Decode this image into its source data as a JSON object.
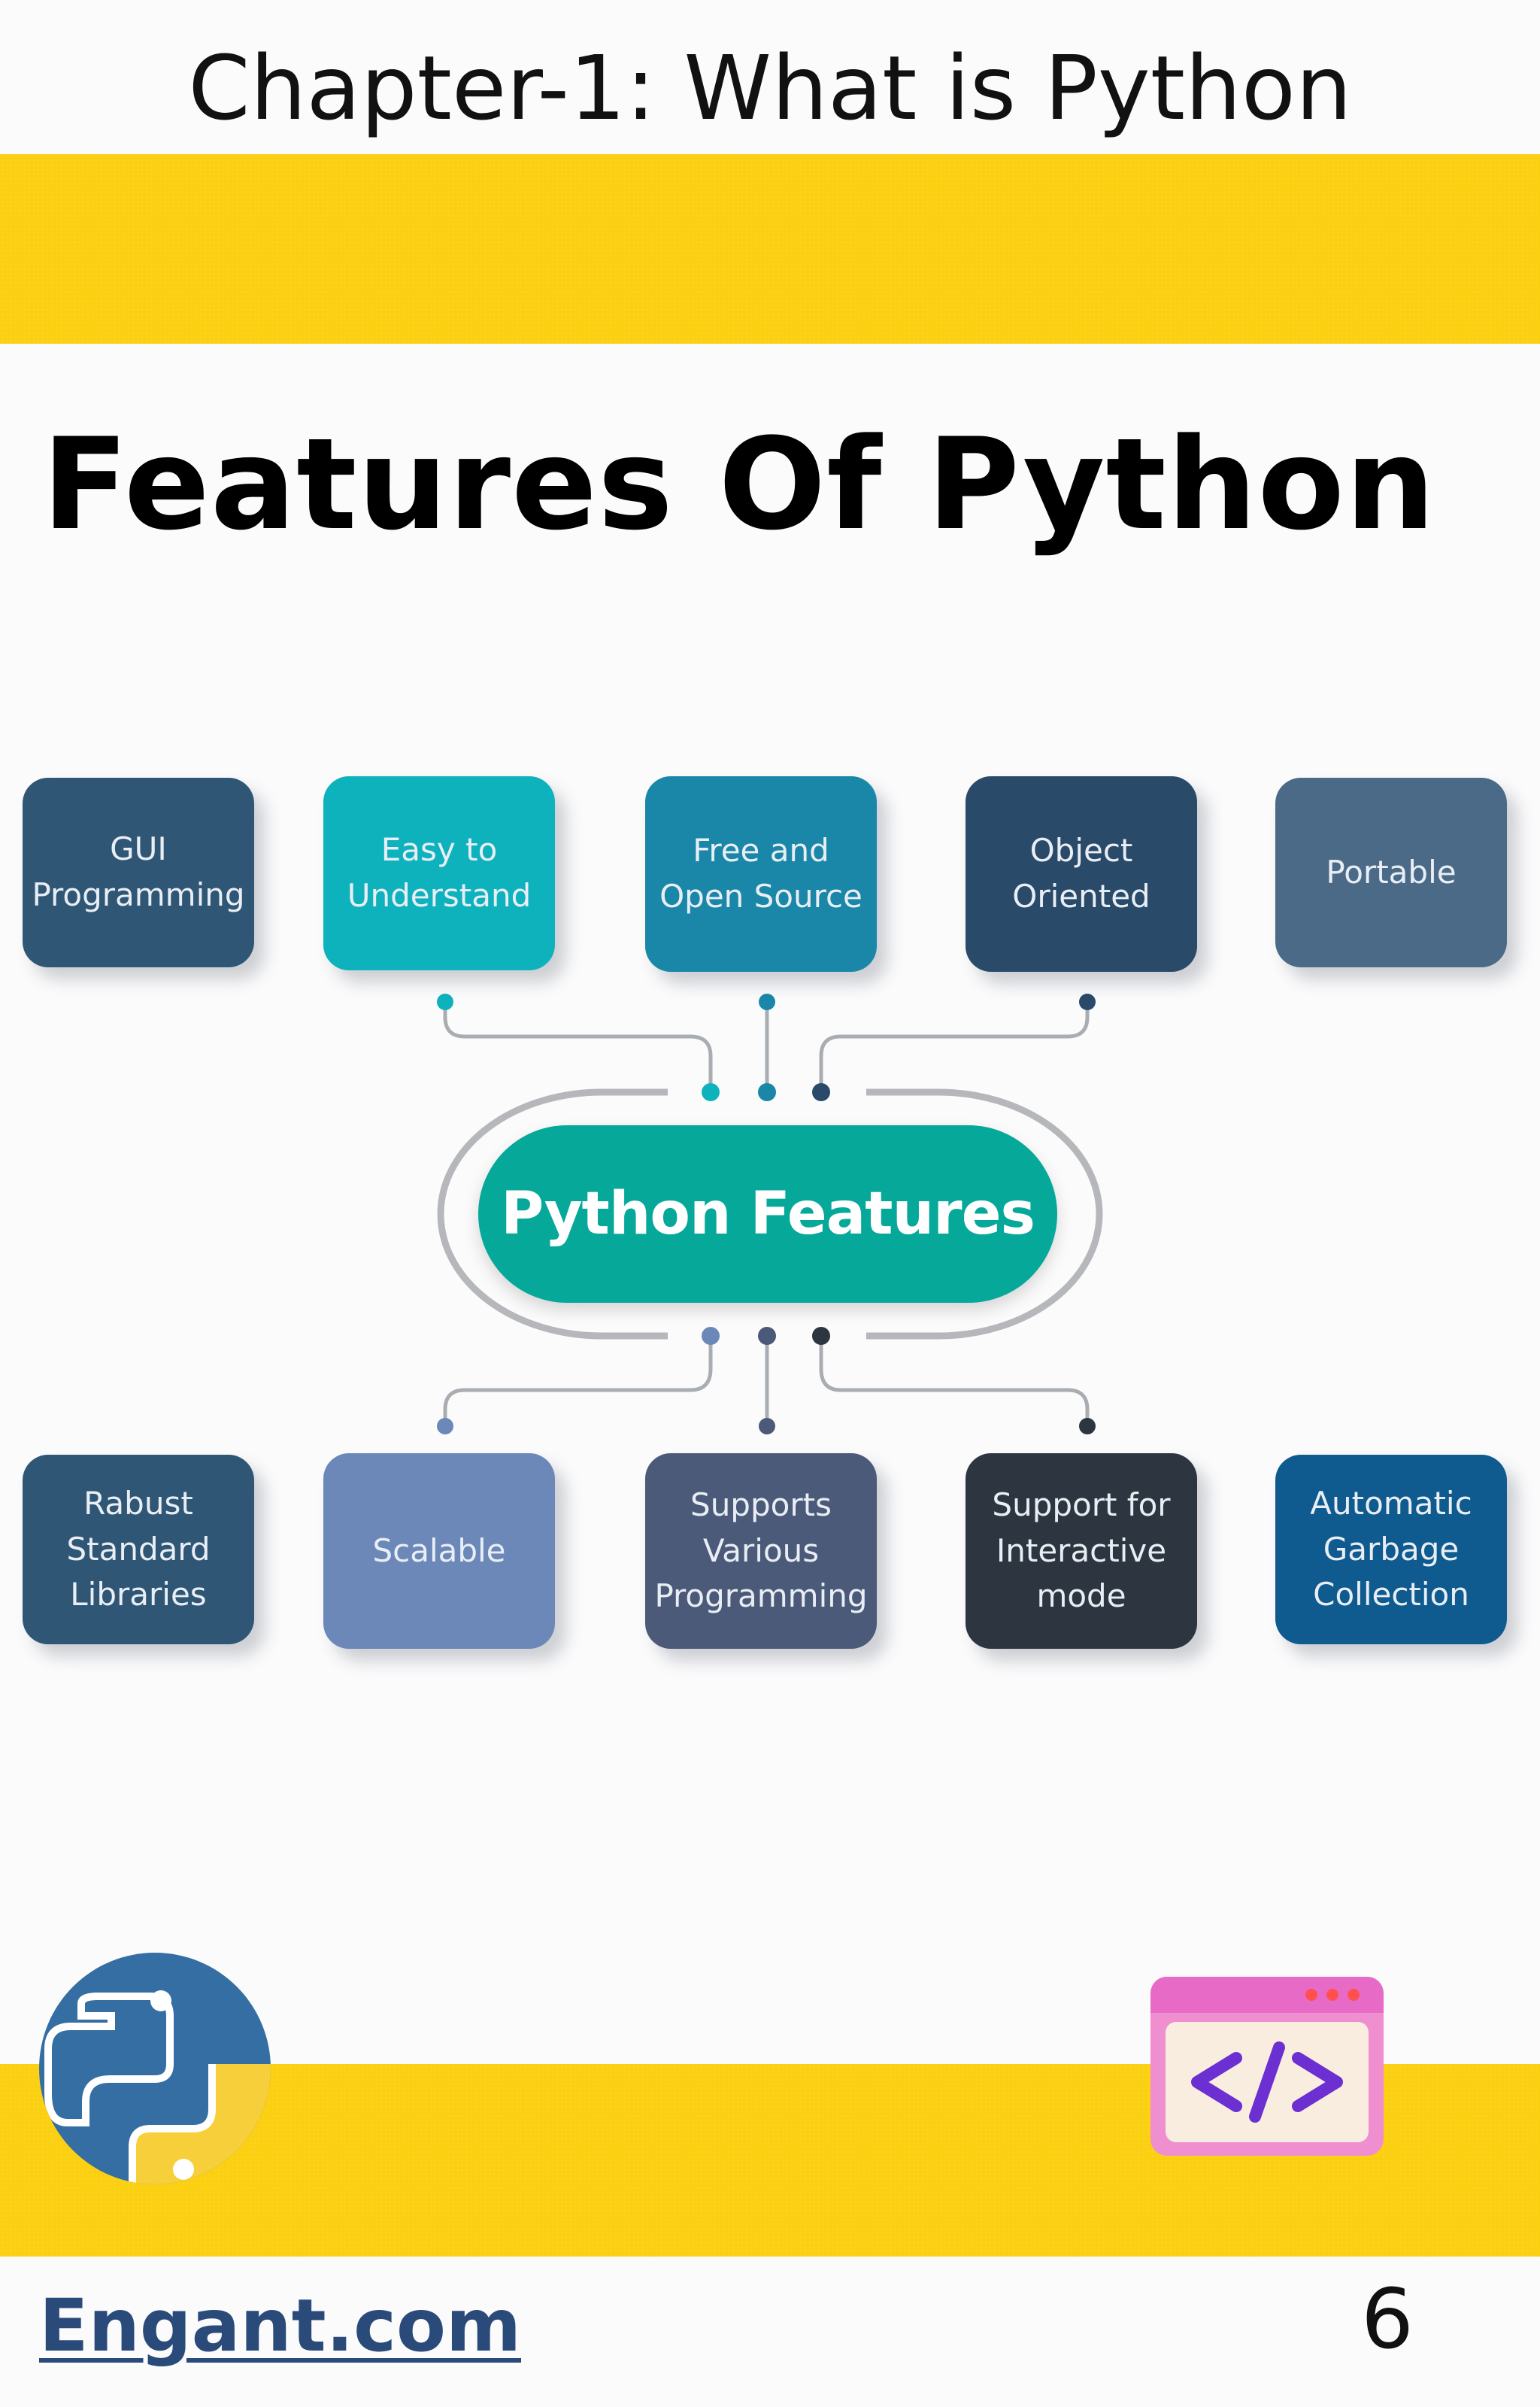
{
  "header": {
    "chapter_title": "Chapter-1: What is Python"
  },
  "main": {
    "title": "Features Of Python"
  },
  "diagram": {
    "center_label": "Python Features",
    "top_features": [
      {
        "label": "GUI\nProgramming",
        "color": "#2f5674"
      },
      {
        "label": "Easy to\nUnderstand",
        "color": "#0eb2bd"
      },
      {
        "label": "Free and\nOpen Source",
        "color": "#1a87a8"
      },
      {
        "label": "Object\nOriented",
        "color": "#294a69"
      },
      {
        "label": "Portable",
        "color": "#4a6a87"
      }
    ],
    "bottom_features": [
      {
        "label": "Rabust\nStandard\nLibraries",
        "color": "#2f5674"
      },
      {
        "label": "Scalable",
        "color": "#6c88b8"
      },
      {
        "label": "Supports\nVarious\nProgramming",
        "color": "#4b5a78"
      },
      {
        "label": "Support for\nInteractive\nmode",
        "color": "#2d3640"
      },
      {
        "label": "Automatic\nGarbage\nCollection",
        "color": "#0f5a8e"
      }
    ]
  },
  "footer": {
    "site": "Engant.com",
    "page_number": "6"
  },
  "colors": {
    "band_yellow": "#fcd012",
    "hub_teal": "#06a89a",
    "ring_gray": "#b5b7ba"
  },
  "icons": {
    "left_logo": "python-logo",
    "right_icon": "code-window-icon"
  }
}
